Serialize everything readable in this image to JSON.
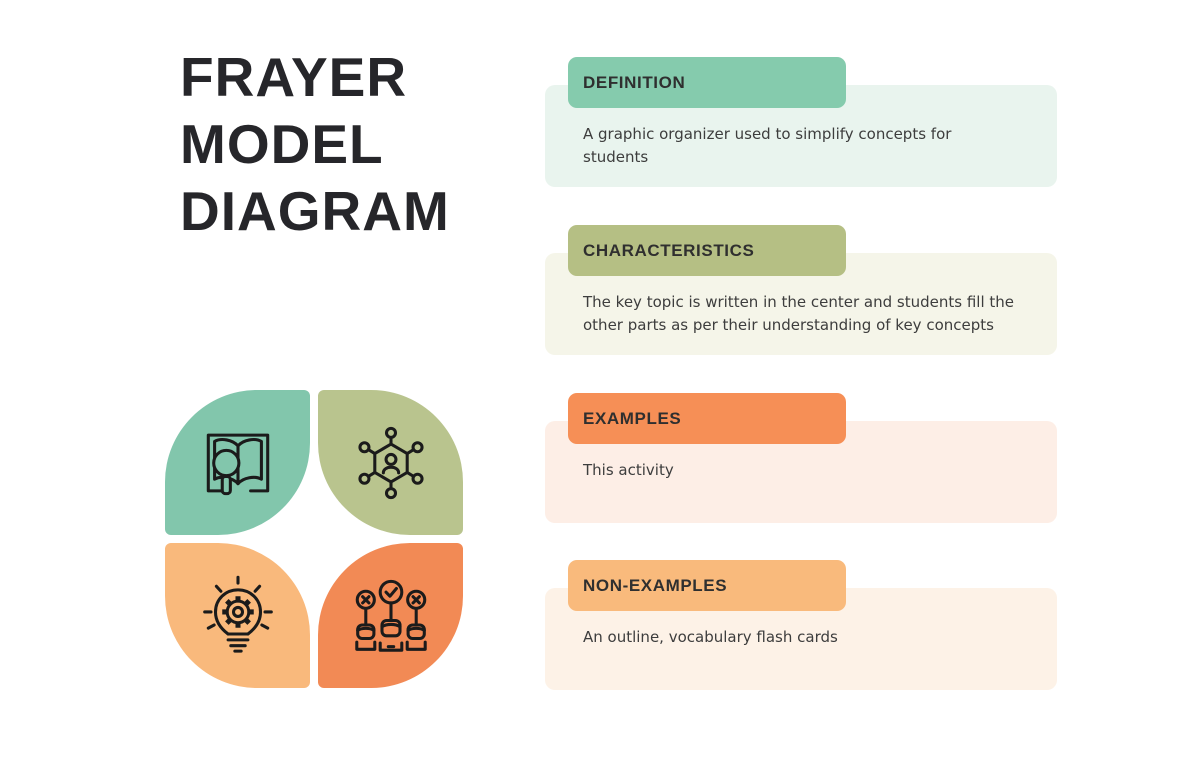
{
  "background": "#ffffff",
  "title": {
    "text": "FRAYER MODEL DIAGRAM",
    "lines": [
      "FRAYER",
      "MODEL",
      "DIAGRAM"
    ],
    "color": "#26262a"
  },
  "colors": {
    "icon_stroke": "#1b1b1b",
    "label_text": "#2f2f2f",
    "body_text": "#3d3d3d"
  },
  "sections": [
    {
      "label": "DEFINITION",
      "body": "A graphic organizer used to simplify concepts for students",
      "badge_color": "#85cbad",
      "panel_color": "#e9f4ee"
    },
    {
      "label": "CHARACTERISTICS",
      "body": "The key topic is written in the center and students fill the other parts as per their understanding of key concepts",
      "badge_color": "#b5bf84",
      "panel_color": "#f5f5e9"
    },
    {
      "label": "EXAMPLES",
      "body": "This activity",
      "badge_color": "#f68f56",
      "panel_color": "#fdeee6"
    },
    {
      "label": "NON-EXAMPLES",
      "body": "An outline, vocabulary flash cards",
      "badge_color": "#f9ba7c",
      "panel_color": "#fdf2e7"
    }
  ],
  "quadrants": [
    {
      "name": "definition",
      "icon": "book-magnifier-icon",
      "color": "#82c6ac"
    },
    {
      "name": "characteristics",
      "icon": "user-network-icon",
      "color": "#b9c48e"
    },
    {
      "name": "examples",
      "icon": "idea-bulb-gear-icon",
      "color": "#f9b97c"
    },
    {
      "name": "non-examples",
      "icon": "vote-hands-icon",
      "color": "#f28a55"
    }
  ]
}
